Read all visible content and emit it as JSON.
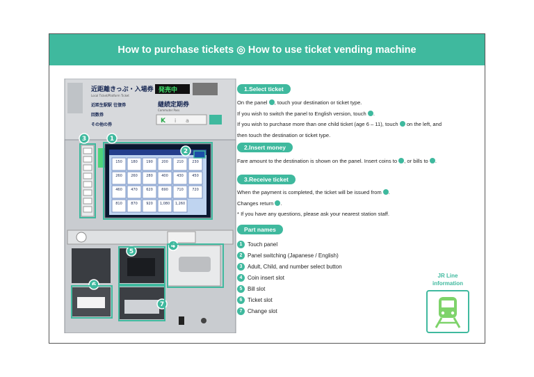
{
  "header": {
    "title": "How to purchase tickets ◎ How to use ticket vending machine"
  },
  "machine": {
    "sign_main": "近距離きっぷ・入場券",
    "sign_main_sub": "Local Ticket/Platform Ticket",
    "sign_roundtrip": "近距生駅駅 往復券",
    "sign_coupon": "回数券",
    "sign_other": "その他の券",
    "sign_commuter": "継続定期券",
    "sign_commuter_sub": "Commuter Pass",
    "sign_on_sale": "発売中",
    "screen_fares": [
      "150",
      "180",
      "190",
      "200",
      "210",
      "230",
      "260",
      "260",
      "280",
      "400",
      "430",
      "450",
      "460",
      "470",
      "620",
      "690",
      "710",
      "720",
      "810",
      "870",
      "920",
      "1,080",
      "1,260"
    ]
  },
  "callouts": [
    "1",
    "2",
    "3",
    "4",
    "5",
    "6",
    "7"
  ],
  "sections": {
    "select": {
      "title": "1.Select ticket",
      "line1a": "On the panel ",
      "line1b": ", touch your destination or ticket type.",
      "line2a": "If you wish to switch the panel to English version, touch ",
      "line2b": ".",
      "line3a": "If you wish to purchase more than one child ticket (age 6 – 11), touch ",
      "line3b": " on the left, and",
      "line4": "then touch the destination or ticket type."
    },
    "insert": {
      "title": "2.Insert money",
      "line1a": "Fare amount to the destination is shown on the panel. Insert coins to ",
      "line1b": ", or bills to ",
      "line1c": "."
    },
    "receive": {
      "title": "3.Receive ticket",
      "line1a": "When the payment is completed, the ticket will be issued from ",
      "line1b": ".",
      "line2a": "Changes return ",
      "line2b": ".",
      "line3": "* If you have any questions, please ask your nearest station staff."
    },
    "parts": {
      "title": "Part names",
      "items": [
        {
          "num": "1",
          "label": "Touch panel"
        },
        {
          "num": "2",
          "label": "Panel switching (Japanese / English)"
        },
        {
          "num": "3",
          "label": "Adult, Child, and number select button"
        },
        {
          "num": "4",
          "label": "Coin insert slot"
        },
        {
          "num": "5",
          "label": "Bill slot"
        },
        {
          "num": "6",
          "label": "Ticket slot"
        },
        {
          "num": "7",
          "label": "Change slot"
        }
      ]
    }
  },
  "jr": {
    "line1": "JR Line",
    "line2": "information",
    "icon": "train-icon"
  },
  "colors": {
    "accent": "#3fb99e",
    "frame": "#555555"
  }
}
